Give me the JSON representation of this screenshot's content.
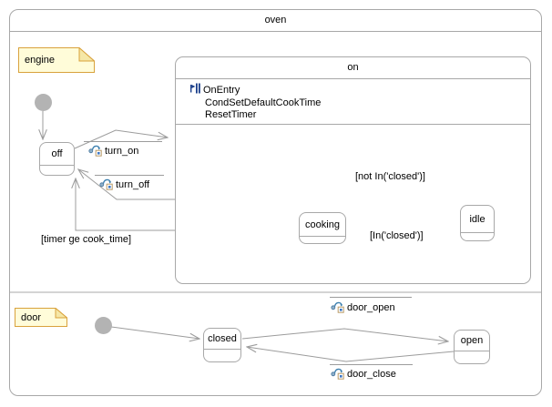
{
  "root": {
    "title": "oven"
  },
  "notes": {
    "engine": "engine",
    "door": "door"
  },
  "states": {
    "on": {
      "title": "on",
      "entry_label": "OnEntry",
      "actions": [
        "CondSetDefaultCookTime",
        "ResetTimer"
      ]
    },
    "off": {
      "title": "off"
    },
    "cooking": {
      "title": "cooking"
    },
    "idle": {
      "title": "idle"
    },
    "closed": {
      "title": "closed"
    },
    "open": {
      "title": "open"
    }
  },
  "transitions": {
    "turn_on": {
      "label": "turn_on"
    },
    "turn_off": {
      "label": "turn_off"
    },
    "door_open": {
      "label": "door_open"
    },
    "door_close": {
      "label": "door_close"
    },
    "timer_guard": {
      "label": "[timer ge cook_time]"
    },
    "not_in_closed": {
      "label": "[not In('closed')]"
    },
    "in_closed": {
      "label": "[In('closed')]"
    }
  },
  "colors": {
    "border_gray": "#a8a8a8",
    "line_gray": "#9c9c9c",
    "initial_dot_gray": "#b3b3b3",
    "note_fill": "#fffcd9",
    "note_border": "#d9a23c",
    "note_fold": "#f5e7a6",
    "event_icon_blue": "#3b7fae",
    "event_icon_box_border": "#b89b68",
    "event_icon_box_fill": "#3c78c8",
    "entry_icon_navy": "#1b3f8b"
  }
}
